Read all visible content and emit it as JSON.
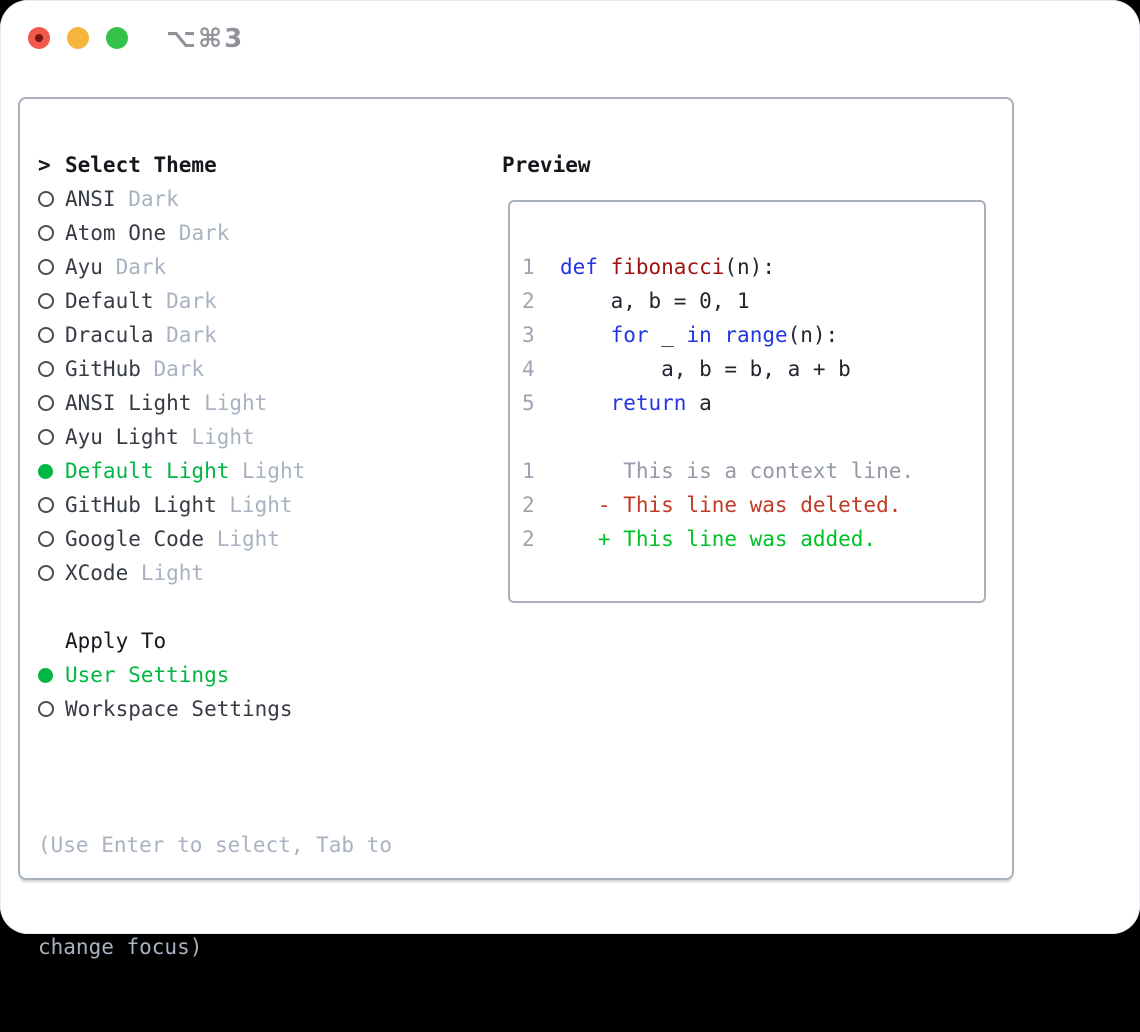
{
  "titlebar": {
    "title": "⌥⌘3"
  },
  "theme_panel": {
    "cursor": ">",
    "header": "Select Theme",
    "items": [
      {
        "name": "ANSI",
        "variant": "Dark",
        "selected": false
      },
      {
        "name": "Atom One",
        "variant": "Dark",
        "selected": false
      },
      {
        "name": "Ayu",
        "variant": "Dark",
        "selected": false
      },
      {
        "name": "Default",
        "variant": "Dark",
        "selected": false
      },
      {
        "name": "Dracula",
        "variant": "Dark",
        "selected": false
      },
      {
        "name": "GitHub",
        "variant": "Dark",
        "selected": false
      },
      {
        "name": "ANSI Light",
        "variant": "Light",
        "selected": false
      },
      {
        "name": "Ayu Light",
        "variant": "Light",
        "selected": false
      },
      {
        "name": "Default Light",
        "variant": "Light",
        "selected": true
      },
      {
        "name": "GitHub Light",
        "variant": "Light",
        "selected": false
      },
      {
        "name": "Google Code",
        "variant": "Light",
        "selected": false
      },
      {
        "name": "XCode",
        "variant": "Light",
        "selected": false
      }
    ]
  },
  "apply_panel": {
    "header": "Apply To",
    "items": [
      {
        "label": "User Settings",
        "selected": true
      },
      {
        "label": "Workspace Settings",
        "selected": false
      }
    ]
  },
  "hint": {
    "line1": "(Use Enter to select, Tab to",
    "line2": "change focus)"
  },
  "preview": {
    "header": "Preview",
    "lines": [
      {
        "num": "1",
        "seg": [
          [
            "kw",
            "def"
          ],
          [
            "fg",
            " "
          ],
          [
            "fn",
            "fibonacci"
          ],
          [
            "fg",
            "(n):"
          ]
        ]
      },
      {
        "num": "2",
        "seg": [
          [
            "fg",
            "    a, b = 0, 1"
          ]
        ]
      },
      {
        "num": "3",
        "seg": [
          [
            "fg",
            "    "
          ],
          [
            "kw",
            "for"
          ],
          [
            "fg",
            " _ "
          ],
          [
            "kw",
            "in"
          ],
          [
            "fg",
            " "
          ],
          [
            "kw",
            "range"
          ],
          [
            "fg",
            "(n):"
          ]
        ]
      },
      {
        "num": "4",
        "seg": [
          [
            "fg",
            "        a, b = b, a + b"
          ]
        ]
      },
      {
        "num": "5",
        "seg": [
          [
            "fg",
            "    "
          ],
          [
            "kw",
            "return"
          ],
          [
            "fg",
            " a"
          ]
        ]
      },
      {
        "num": "",
        "seg": []
      },
      {
        "num": "1",
        "seg": [
          [
            "ctx",
            "     This is a context line."
          ]
        ]
      },
      {
        "num": "2",
        "seg": [
          [
            "del",
            "   - This line was deleted."
          ]
        ]
      },
      {
        "num": "2",
        "seg": [
          [
            "add",
            "   + This line was added."
          ]
        ]
      }
    ]
  },
  "colors": {
    "light_red": "#f2584c",
    "light_red_dot": "#771410",
    "light_yellow": "#f6b53d",
    "light_green": "#35c24b",
    "title_gray": "#8f9298",
    "border_gray": "#a9b1ba",
    "fg_strong": "#14171c",
    "fg_list": "#363b44",
    "ring_gray": "#4a4f57",
    "muted_gray": "#a8b2c1",
    "select_green": "#00b742",
    "code_fg": "#22262e",
    "keyword_blue": "#2135e0",
    "func_red": "#a01313",
    "linenum_gray": "#9aa5b1",
    "context_gray": "#939aa5",
    "deleted_red": "#c03a25",
    "added_green": "#00c226"
  }
}
